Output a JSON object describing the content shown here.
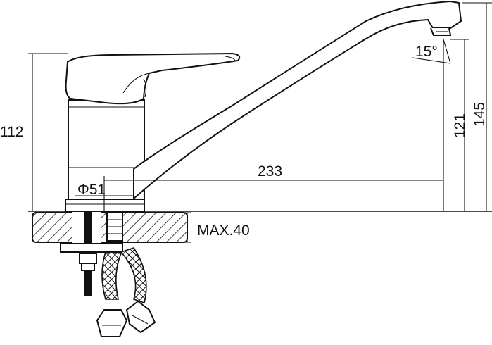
{
  "dimensions": {
    "height_body": "112",
    "diameter_base": "Φ51",
    "spout_reach": "233",
    "spout_angle": "15°",
    "spout_height": "121",
    "total_height": "145",
    "max_counter_thickness": "MAX.40"
  }
}
